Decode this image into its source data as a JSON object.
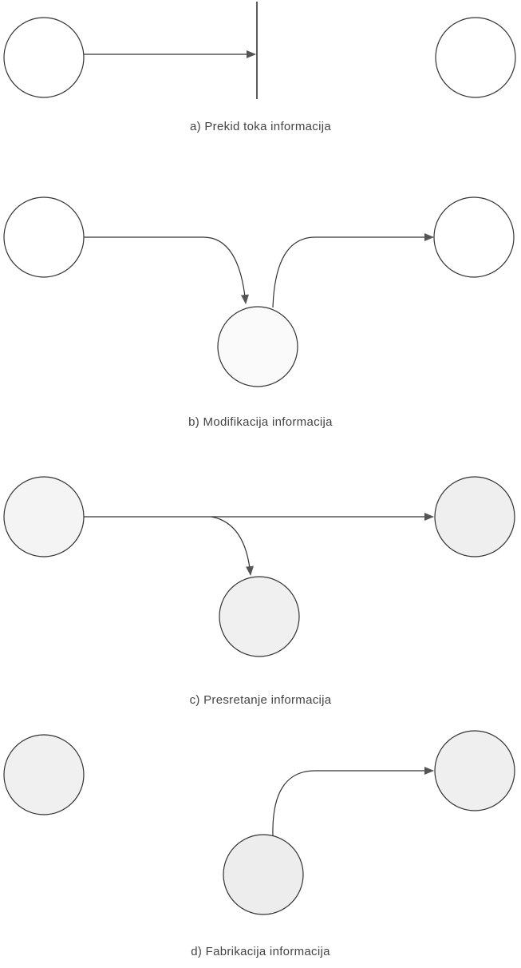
{
  "panels": [
    {
      "caption": "a) Prekid toka informacija"
    },
    {
      "caption": "b) Modifikacija informacija"
    },
    {
      "caption": "c) Presretanje informacija"
    },
    {
      "caption": "d) Fabrikacija informacija"
    }
  ],
  "colors": {
    "stroke": "#333333",
    "node_fill_plain": "#ffffff",
    "node_fill_shaded": "#f1f1f1"
  }
}
